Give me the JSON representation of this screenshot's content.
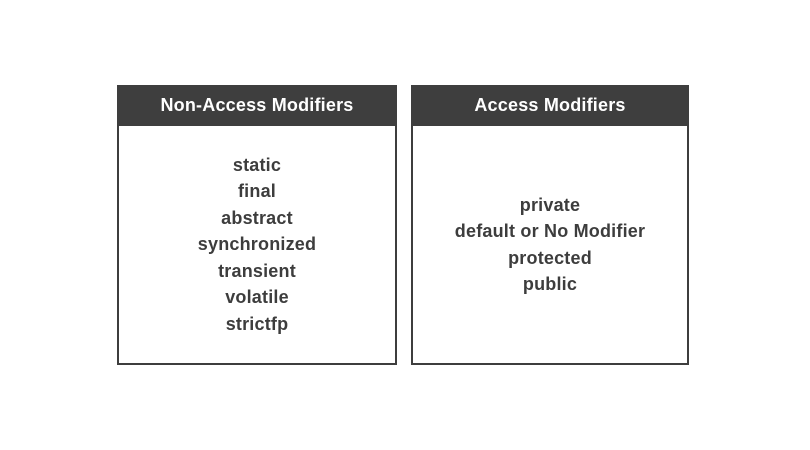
{
  "colors": {
    "canvas_background": "#ffffff",
    "header_background": "#3e3e3e",
    "header_text": "#ffffff",
    "card_border": "#3e3e3e",
    "body_text": "#3d3d3d"
  },
  "cards": [
    {
      "title": "Non-Access Modifiers",
      "items": [
        "static",
        "final",
        "abstract",
        "synchronized",
        "transient",
        "volatile",
        "strictfp"
      ]
    },
    {
      "title": "Access Modifiers",
      "items": [
        "private",
        "default or No Modifier",
        "protected",
        "public"
      ]
    }
  ]
}
